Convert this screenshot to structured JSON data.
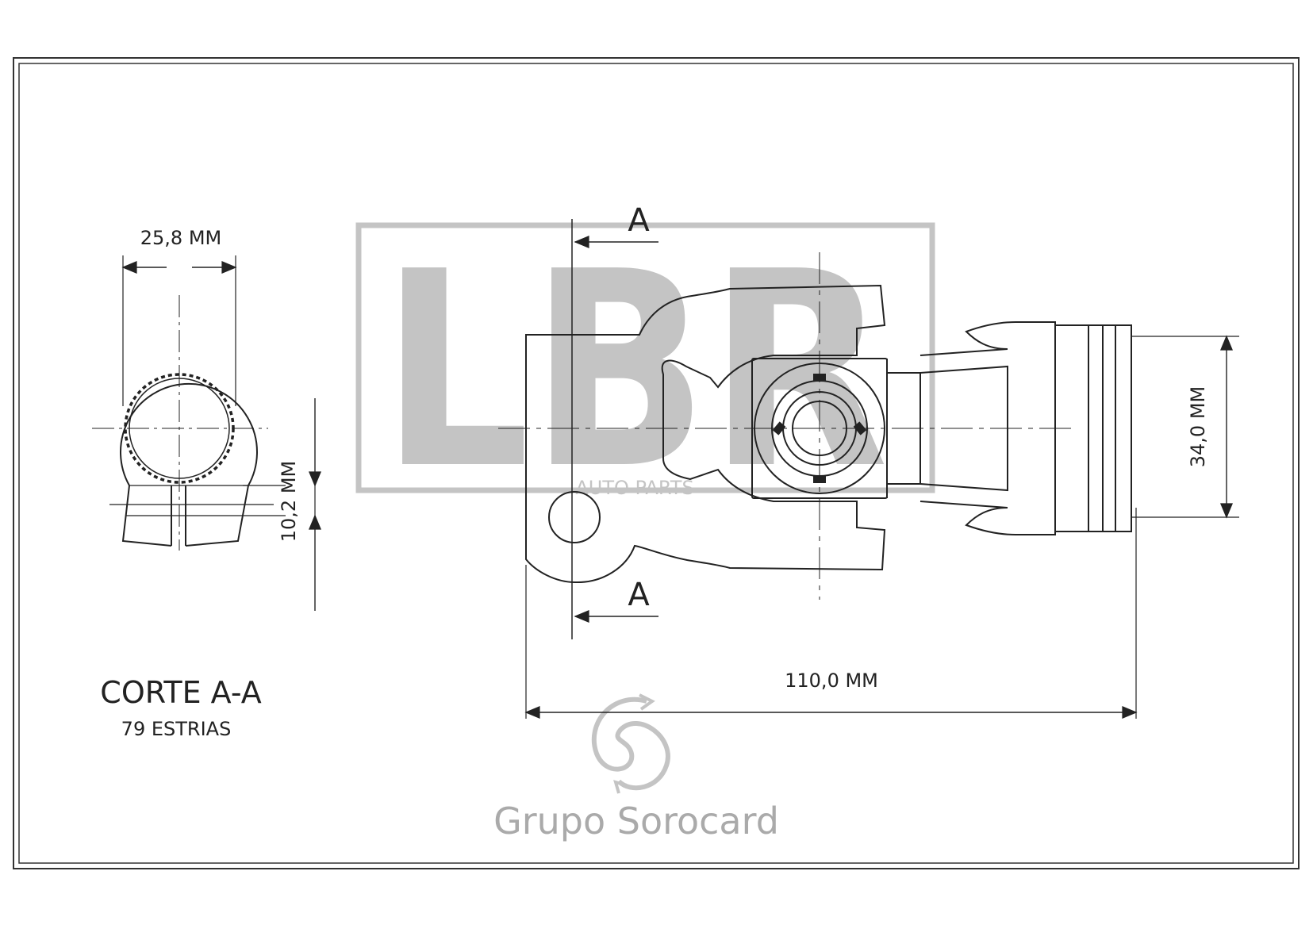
{
  "watermark": {
    "brand": "LBR",
    "sub": "AUTO PARTS",
    "company": "Grupo Sorocard",
    "color": "#c4c4c4"
  },
  "section_view": {
    "title": "CORTE A-A",
    "splines": "79 ESTRIAS",
    "dim_width": "25,8 MM",
    "dim_slot": "10,2 MM"
  },
  "main_view": {
    "section_label_top": "A",
    "section_label_bottom": "A",
    "dim_length": "110,0 MM",
    "dim_diameter": "34,0 MM"
  },
  "colors": {
    "line": "#222222",
    "frame": "#333333",
    "watermark": "#c4c4c4"
  }
}
